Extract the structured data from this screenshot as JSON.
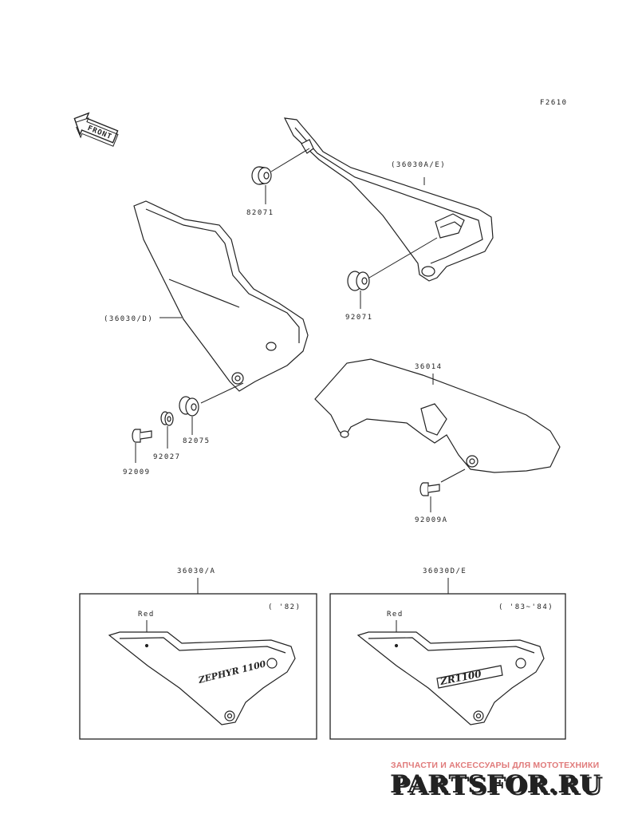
{
  "diagram": {
    "code": "F2610",
    "front_label": "FRONT",
    "parts": {
      "p_36030AE": "(36030A/E)",
      "p_36030D": "(36030/D)",
      "p_82071_top": "82071",
      "p_82071_bottom": "92071",
      "p_36014": "36014",
      "p_82075": "82075",
      "p_82027": "92027",
      "p_92009": "92009",
      "p_92009A": "92009A"
    },
    "insets": [
      {
        "part": "36030/A",
        "year": "( '82)",
        "note": "Red",
        "emblem": "ZEPHYR 1100"
      },
      {
        "part": "36030D/E",
        "year": "( '83~'84)",
        "note": "Red",
        "emblem": "ZR1100"
      }
    ]
  },
  "watermark": {
    "tagline": "ЗАПЧАСТИ И АКСЕССУАРЫ ДЛЯ МОТОТЕХНИКИ",
    "logo": "PARTSFOR.RU",
    "colors": {
      "primary": "#e02424",
      "shadow": "#f3a8a8"
    }
  }
}
